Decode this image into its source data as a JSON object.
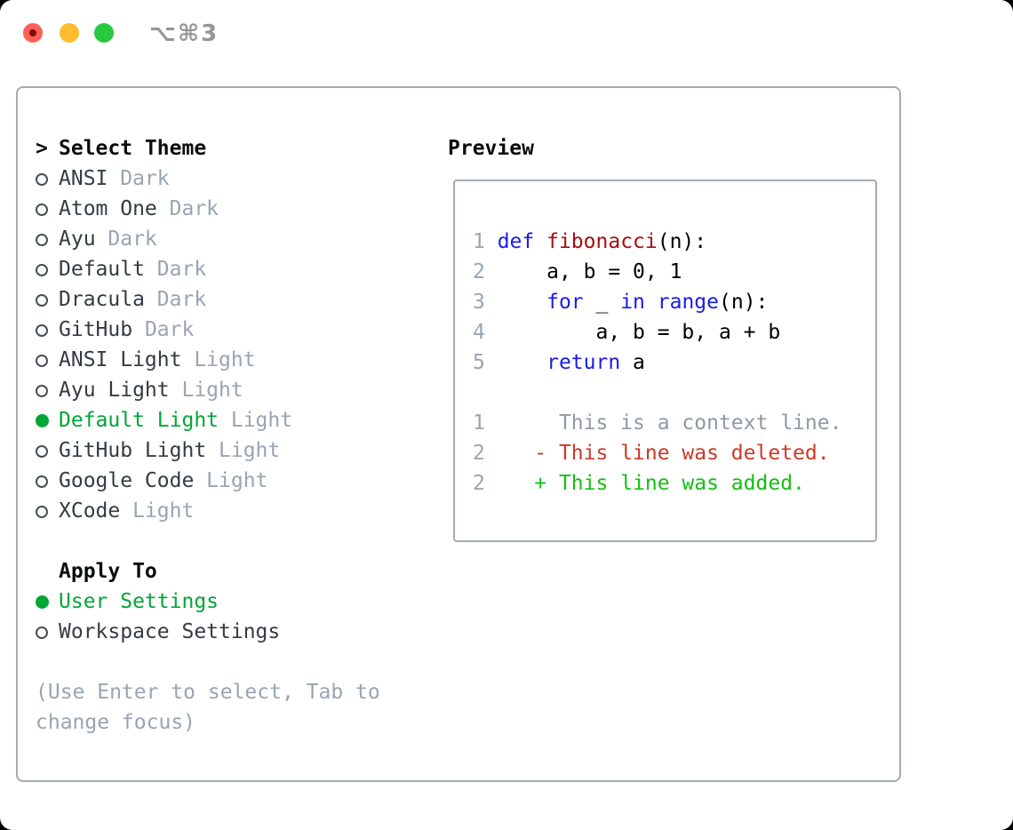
{
  "window": {
    "title": "⌥⌘3",
    "traffic_lights": [
      {
        "name": "close",
        "edited_indicator": true
      },
      {
        "name": "minimize",
        "edited_indicator": false
      },
      {
        "name": "zoom",
        "edited_indicator": false
      }
    ]
  },
  "colors": {
    "accent_green": "#00a637",
    "added_green": "#12c012",
    "deleted_red": "#c83a28",
    "keyword_blue": "#1b1be8",
    "function_red": "#a31010",
    "line_number_gray": "#9aa5b3",
    "context_gray": "#8f99a5",
    "muted_gray": "#9aa4b2",
    "text_dark": "#343b43",
    "border_gray": "#a3abb5",
    "traffic_red": "#ff5f57",
    "traffic_yellow": "#febc2e",
    "traffic_green": "#28c840"
  },
  "theme_panel": {
    "header_prefix": "> ",
    "header": "Select Theme",
    "items": [
      {
        "name": "ANSI",
        "variant": "Dark",
        "selected": false
      },
      {
        "name": "Atom One",
        "variant": "Dark",
        "selected": false
      },
      {
        "name": "Ayu",
        "variant": "Dark",
        "selected": false
      },
      {
        "name": "Default",
        "variant": "Dark",
        "selected": false
      },
      {
        "name": "Dracula",
        "variant": "Dark",
        "selected": false
      },
      {
        "name": "GitHub",
        "variant": "Dark",
        "selected": false
      },
      {
        "name": "ANSI Light",
        "variant": "Light",
        "selected": false
      },
      {
        "name": "Ayu Light",
        "variant": "Light",
        "selected": false
      },
      {
        "name": "Default Light",
        "variant": "Light",
        "selected": true
      },
      {
        "name": "GitHub Light",
        "variant": "Light",
        "selected": false
      },
      {
        "name": "Google Code",
        "variant": "Light",
        "selected": false
      },
      {
        "name": "XCode",
        "variant": "Light",
        "selected": false
      }
    ]
  },
  "apply_to": {
    "header": "Apply To",
    "options": [
      {
        "label": "User Settings",
        "selected": true
      },
      {
        "label": "Workspace Settings",
        "selected": false
      }
    ]
  },
  "help_text": "(Use Enter to select, Tab to change focus)",
  "preview": {
    "title": "Preview",
    "lines": [
      [],
      [
        {
          "t": "1 ",
          "c": "ln"
        },
        {
          "t": "def",
          "c": "kw"
        },
        {
          "t": " ",
          "c": "fg"
        },
        {
          "t": "fibonacci",
          "c": "fn"
        },
        {
          "t": "(n):",
          "c": "fg"
        }
      ],
      [
        {
          "t": "2 ",
          "c": "ln"
        },
        {
          "t": "    a, b = 0, 1",
          "c": "fg"
        }
      ],
      [
        {
          "t": "3 ",
          "c": "ln"
        },
        {
          "t": "    ",
          "c": "fg"
        },
        {
          "t": "for",
          "c": "kw"
        },
        {
          "t": " _ ",
          "c": "fg"
        },
        {
          "t": "in",
          "c": "kw"
        },
        {
          "t": " ",
          "c": "fg"
        },
        {
          "t": "range",
          "c": "kw"
        },
        {
          "t": "(n):",
          "c": "fg"
        }
      ],
      [
        {
          "t": "4 ",
          "c": "ln"
        },
        {
          "t": "        a, b = b, a + b",
          "c": "fg"
        }
      ],
      [
        {
          "t": "5 ",
          "c": "ln"
        },
        {
          "t": "    ",
          "c": "fg"
        },
        {
          "t": "return",
          "c": "kw"
        },
        {
          "t": " a",
          "c": "fg"
        }
      ],
      [],
      [
        {
          "t": "1 ",
          "c": "ln"
        },
        {
          "t": "     This is a context line.",
          "c": "ctx"
        }
      ],
      [
        {
          "t": "2 ",
          "c": "ln"
        },
        {
          "t": "   ",
          "c": "fg"
        },
        {
          "t": "- This line was deleted.",
          "c": "del"
        }
      ],
      [
        {
          "t": "2 ",
          "c": "ln"
        },
        {
          "t": "   ",
          "c": "fg"
        },
        {
          "t": "+ This line was added.",
          "c": "add"
        }
      ]
    ]
  }
}
